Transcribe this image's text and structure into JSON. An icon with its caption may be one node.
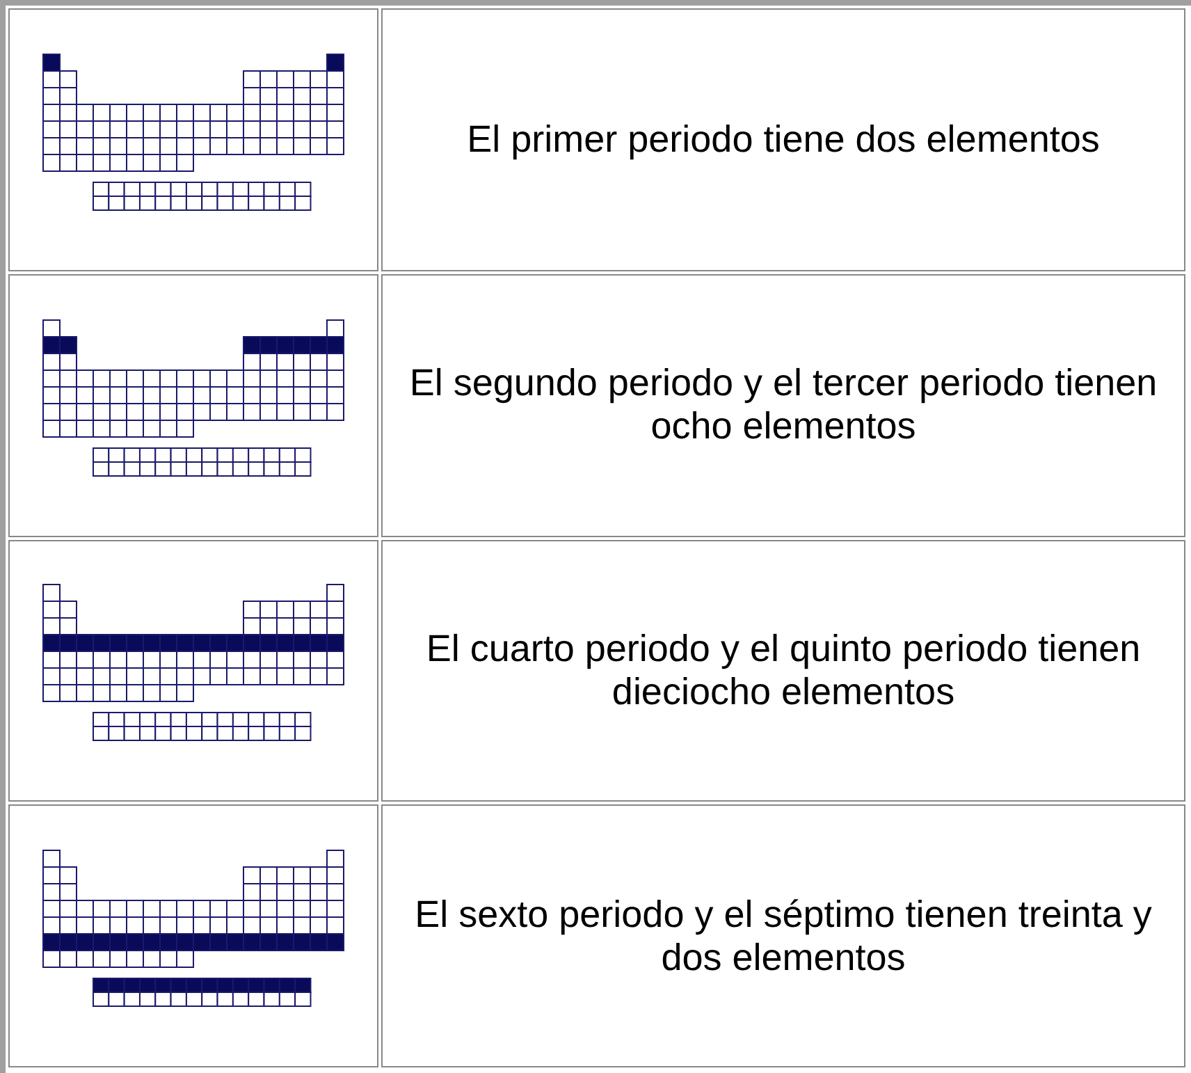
{
  "diagram": {
    "labels": [
      "El primer periodo tiene dos elementos",
      "El segundo periodo y el tercer periodo tienen ocho elementos",
      "El cuarto periodo y el quinto periodo tienen dieciocho elementos",
      "El sexto periodo y el séptimo tienen treinta y dos elementos"
    ]
  }
}
